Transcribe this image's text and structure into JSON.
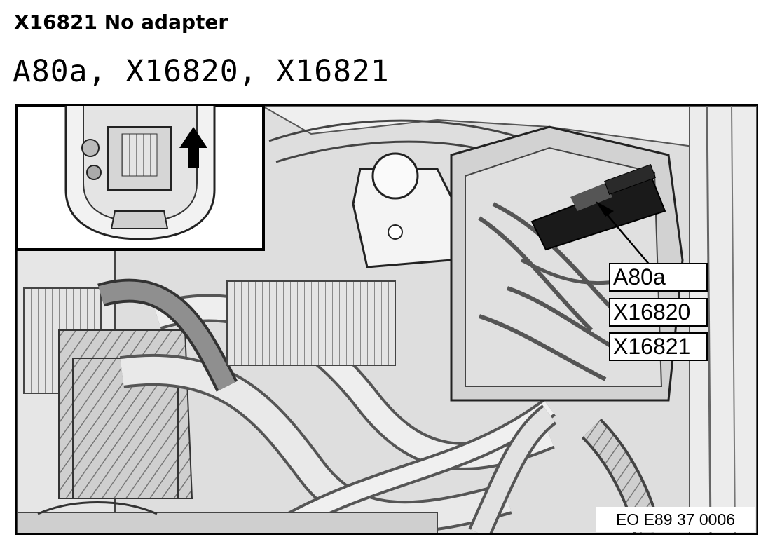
{
  "header": {
    "subtitle": "X16821 No adapter",
    "title": "A80a, X16820, X16821"
  },
  "figure": {
    "callouts": [
      "A80a",
      "X16820",
      "X16821"
    ],
    "reference_code": "EO E89 37 0006",
    "inset_arrow_icon": "arrow-up-icon",
    "pointer_icon": "arrow-pointer-icon"
  },
  "colors": {
    "ink": "#000000",
    "paper": "#ffffff",
    "engine_gray": "#dcdcdc"
  }
}
